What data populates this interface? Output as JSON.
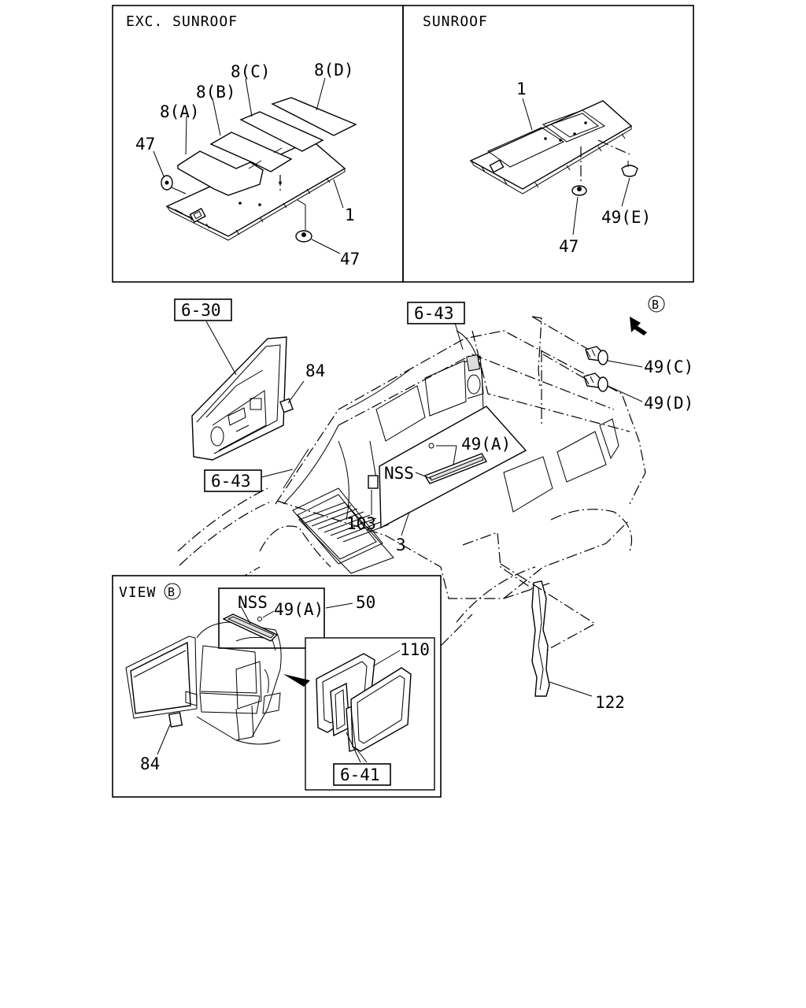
{
  "panels": {
    "exc_sunroof": {
      "header": "EXC. SUNROOF"
    },
    "sunroof": {
      "header": "SUNROOF"
    },
    "view_b": {
      "header": "VIEW",
      "circle_letter": "B"
    }
  },
  "callouts": {
    "p8a": "8(A)",
    "p8b": "8(B)",
    "p8c": "8(C)",
    "p8d": "8(D)",
    "p47_top": "47",
    "p47_bottom": "47",
    "p1_left": "1",
    "p1_right": "1",
    "p47_sunroof": "47",
    "p49e": "49(E)",
    "p84_top": "84",
    "p49c": "49(C)",
    "p49d": "49(D)",
    "p49a_main": "49(A)",
    "nss_main": "NSS",
    "p103": "103",
    "p3": "3",
    "p122": "122",
    "nss_view": "NSS",
    "p49a_view": "49(A)",
    "p50": "50",
    "p110": "110",
    "p84_view": "84"
  },
  "refs": {
    "r630": "6-30",
    "r643_top": "6-43",
    "r643_left": "6-43",
    "r641": "6-41"
  },
  "view_marker": {
    "letter": "B"
  }
}
